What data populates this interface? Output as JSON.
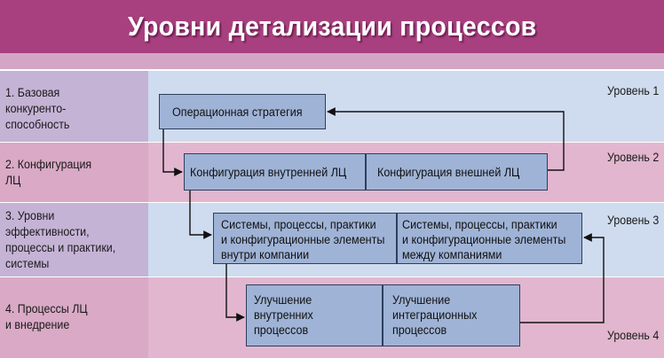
{
  "title": "Уровни детализации процессов",
  "rows": [
    {
      "label": "1. Базовая\nконкуренто-\nспособность",
      "level": "Уровень 1"
    },
    {
      "label": "2. Конфигурация\nЛЦ",
      "level": "Уровень 2"
    },
    {
      "label": "3. Уровни\nэффективности,\nпроцессы и практики,\nсистемы",
      "level": "Уровень 3"
    },
    {
      "label": "4. Процессы ЛЦ\nи внедрение",
      "level": "Уровень 4"
    }
  ],
  "boxes": {
    "strategy": "Операционная стратегия",
    "internal_config": "Конфигурация внутренней ЛЦ",
    "external_config": "Конфигурация внешней ЛЦ",
    "systems_internal": "Системы, процессы, практики\nи конфигурационные  элементы\nвнутри компании",
    "systems_between": "Системы, процессы, практики\nи конфигурационные элементы\nмежду компаниями",
    "improve_internal": "Улучшение\nвнутренних\nпроцессов",
    "improve_integration": "Улучшение\nинтеграционных\nпроцессов"
  },
  "colors": {
    "title_bg": "#a8407f",
    "box_fill": "#9fb3d6",
    "box_border": "#2d3f5e",
    "band_blue": "#cfdcef",
    "band_pink": "#e2b6cf"
  }
}
